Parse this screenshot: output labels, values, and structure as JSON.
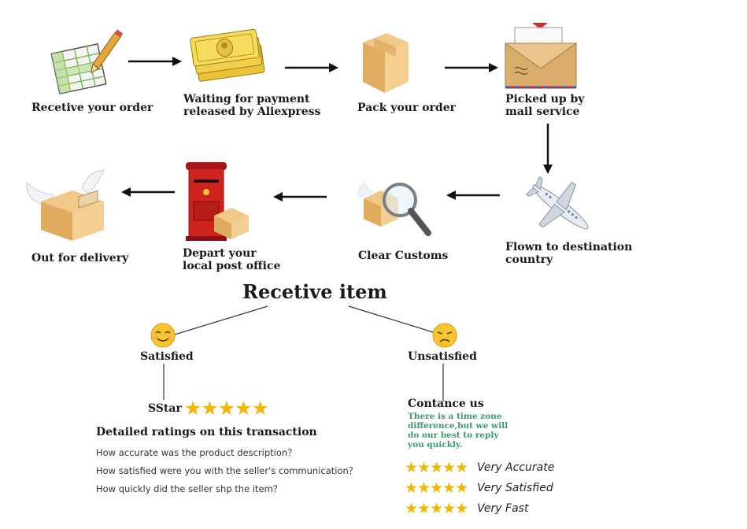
{
  "steps": {
    "s1": "Recetive your order",
    "s2_line1": "Waiting for payment",
    "s2_line2": "released by Aliexpress",
    "s3": "Pack your order",
    "s4_line1": "Picked up by",
    "s4_line2": "mail service",
    "s5_line1": "Flown to destination",
    "s5_line2": "country",
    "s6": "Clear Customs",
    "s7_line1": "Depart your",
    "s7_line2": "local post office",
    "s8": "Out for delivery"
  },
  "receive": {
    "title": "Recetive item",
    "satisfied": "Satisfied",
    "unsatisfied": "Unsatisfied"
  },
  "satisfied_panel": {
    "star_label": "SStar",
    "stars": "★★★★★",
    "heading": "Detailed ratings on this transaction",
    "questions": [
      "How accurate was the product description？",
      "How satisfied were you with the seller's communication？",
      "How quickly did the seller shp the item？"
    ]
  },
  "unsatisfied_panel": {
    "contact": "Contance us",
    "note_lines": [
      "There is a time zone",
      "difference,but we will",
      "do  our best to reply",
      "you quickly."
    ],
    "ratings": [
      {
        "stars": "★★★★★",
        "label": "Very Accurate"
      },
      {
        "stars": "★★★★★",
        "label": "Very Satisfied"
      },
      {
        "stars": "★★★★★",
        "label": "Very Fast"
      }
    ]
  },
  "colors": {
    "star": "#f2b600",
    "note_green": "#3c9a6a",
    "box": "#e2b06a",
    "mailbox": "#c8201c"
  },
  "icons": [
    "order-sheet-icon",
    "money-icon",
    "box-icon",
    "envelope-icon",
    "airplane-icon",
    "magnifier-box-icon",
    "mailbox-icon",
    "winged-box-icon",
    "smile-face-icon",
    "sad-face-icon"
  ]
}
